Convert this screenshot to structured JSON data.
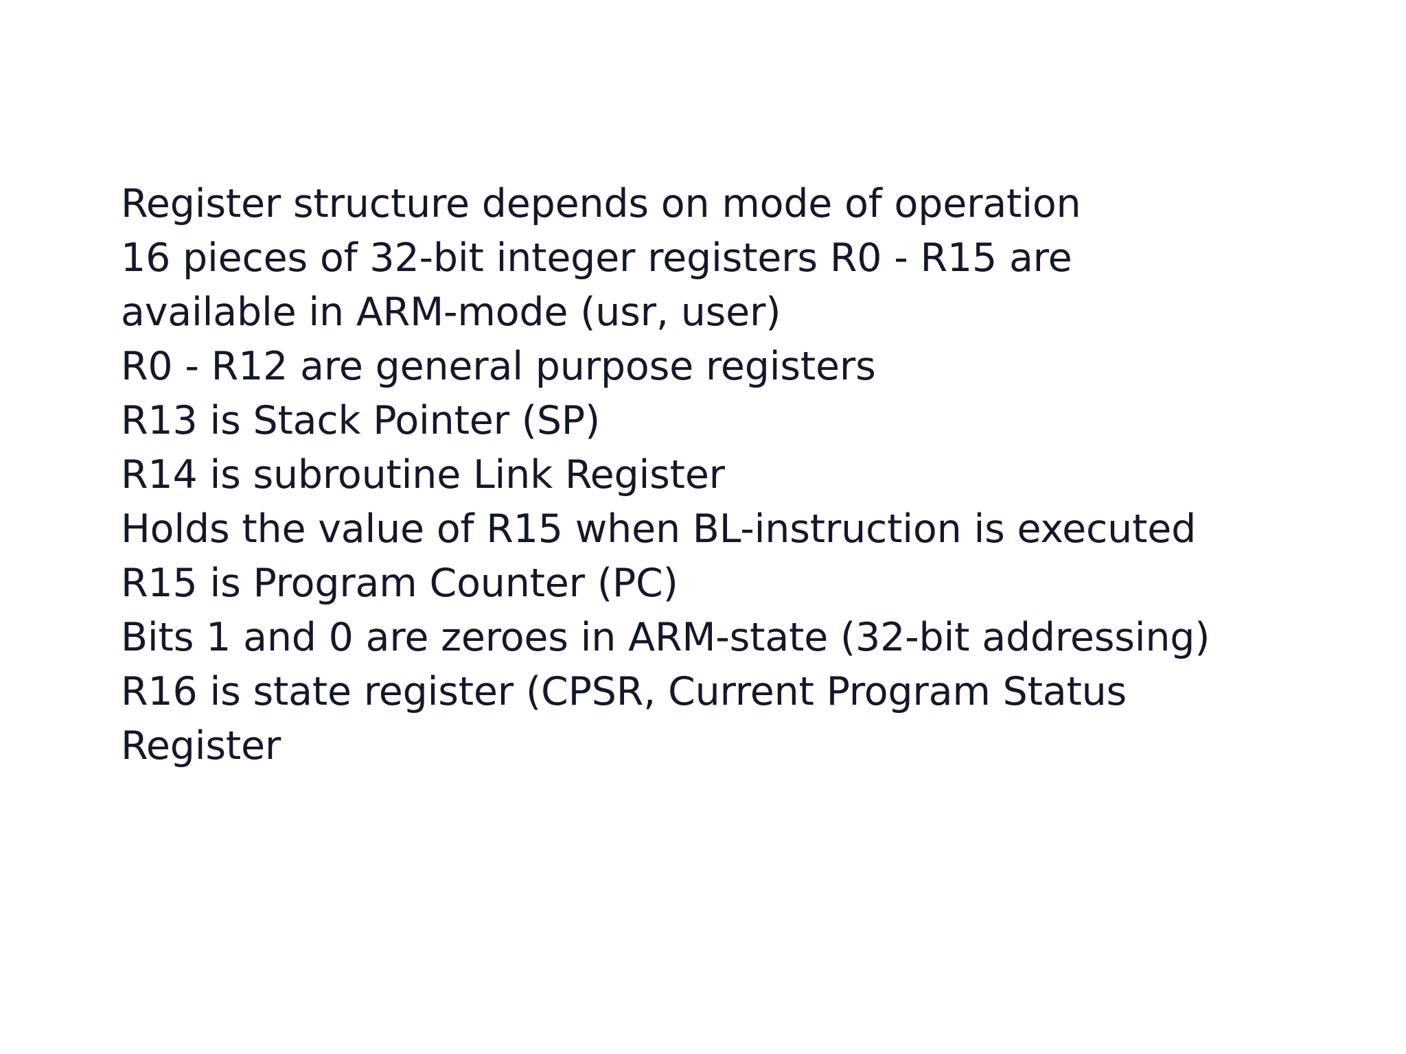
{
  "slide": {
    "background_color": "#ffffff",
    "text_color": "#15172a",
    "body_lines": [
      "Register structure depends on mode of operation",
      "16 pieces of 32-bit integer registers R0 - R15 are",
      "available in ARM-mode (usr, user)",
      "R0 - R12 are general purpose registers",
      "R13 is Stack Pointer (SP)",
      "R14 is subroutine Link Register",
      "Holds the value of R15 when BL-instruction is executed",
      "R15 is Program Counter (PC)",
      "Bits 1 and 0 are zeroes in ARM-state (32-bit addressing)",
      "R16 is state register (CPSR, Current Program Status",
      "Register"
    ]
  }
}
